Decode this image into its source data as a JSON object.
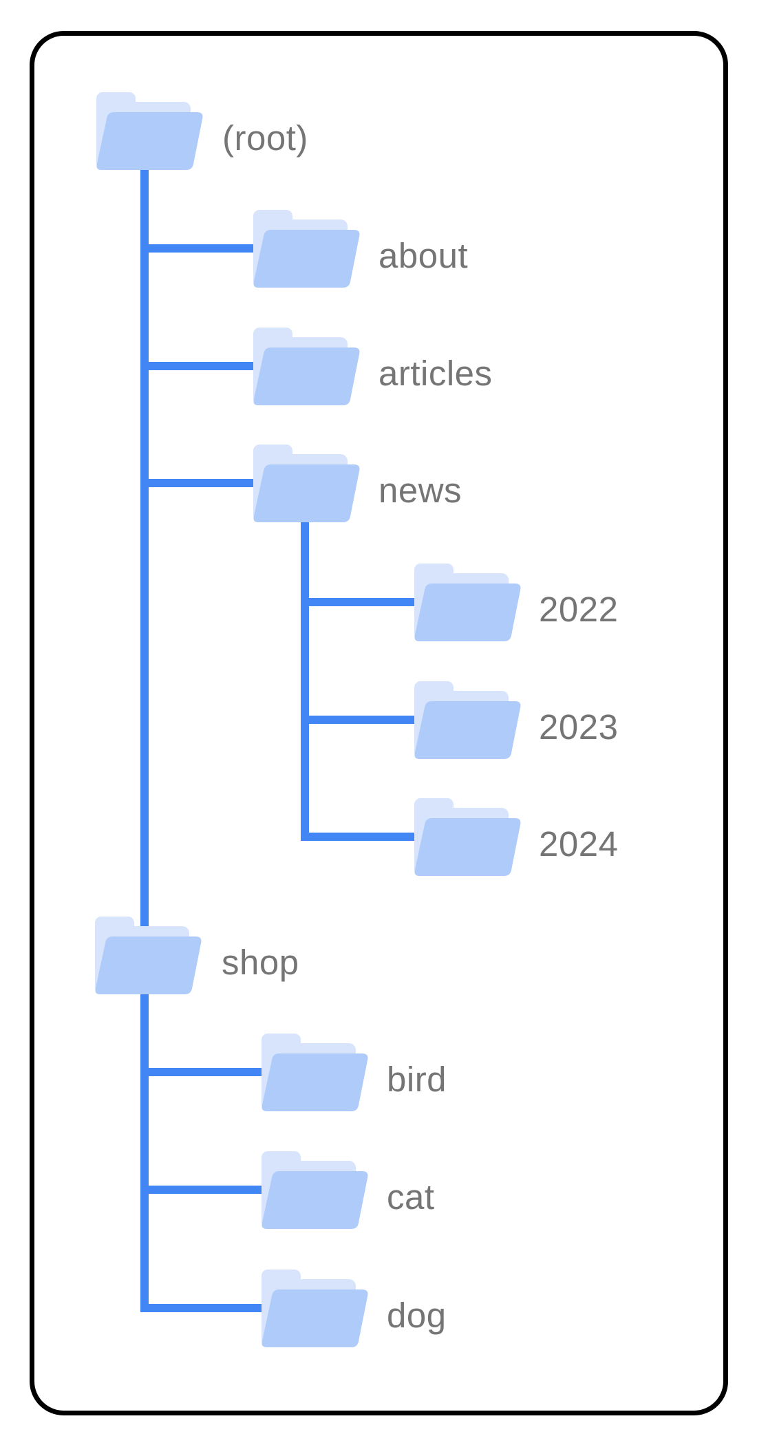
{
  "diagram": {
    "type": "sitemap-folder-tree",
    "palette": {
      "background": "#FFFFFF",
      "frame_border": "#000000",
      "connector": "#4285F4",
      "folder_back": "#D8E4FC",
      "folder_front": "#AECBFA",
      "label": "#757575"
    },
    "nodes": {
      "root": {
        "label": "(root)",
        "depth": 0
      },
      "about": {
        "label": "about",
        "depth": 1,
        "parent": "(root)"
      },
      "articles": {
        "label": "articles",
        "depth": 1,
        "parent": "(root)"
      },
      "news": {
        "label": "news",
        "depth": 1,
        "parent": "(root)"
      },
      "y2022": {
        "label": "2022",
        "depth": 2,
        "parent": "news"
      },
      "y2023": {
        "label": "2023",
        "depth": 2,
        "parent": "news"
      },
      "y2024": {
        "label": "2024",
        "depth": 2,
        "parent": "news"
      },
      "shop": {
        "label": "shop",
        "depth": 1,
        "parent": "(root)"
      },
      "bird": {
        "label": "bird",
        "depth": 2,
        "parent": "shop"
      },
      "cat": {
        "label": "cat",
        "depth": 2,
        "parent": "shop"
      },
      "dog": {
        "label": "dog",
        "depth": 2,
        "parent": "shop"
      }
    },
    "structure": {
      "(root)": [
        "about",
        "articles",
        "news",
        "shop"
      ],
      "news": [
        "2022",
        "2023",
        "2024"
      ],
      "shop": [
        "bird",
        "cat",
        "dog"
      ]
    }
  }
}
